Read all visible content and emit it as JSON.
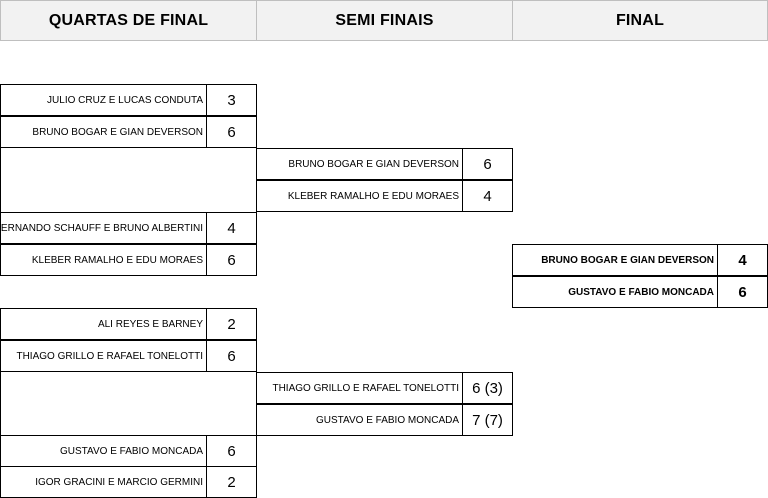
{
  "headers": {
    "quarterfinals": "QUARTAS DE FINAL",
    "semifinals": "SEMI FINAIS",
    "final": "FINAL"
  },
  "quarterfinals": [
    {
      "teams": [
        {
          "name": "JULIO CRUZ E LUCAS CONDUTA",
          "score": "3"
        },
        {
          "name": "BRUNO BOGAR E GIAN DEVERSON",
          "score": "6"
        }
      ]
    },
    {
      "teams": [
        {
          "name": "FERNANDO SCHAUFF E BRUNO ALBERTINI",
          "score": "4"
        },
        {
          "name": "KLEBER RAMALHO E EDU MORAES",
          "score": "6"
        }
      ]
    },
    {
      "teams": [
        {
          "name": "ALI REYES E BARNEY",
          "score": "2"
        },
        {
          "name": "THIAGO GRILLO E RAFAEL TONELOTTI",
          "score": "6"
        }
      ]
    },
    {
      "teams": [
        {
          "name": "GUSTAVO E FABIO MONCADA",
          "score": "6"
        },
        {
          "name": "IGOR GRACINI E MARCIO GERMINI",
          "score": "2"
        }
      ]
    }
  ],
  "semifinals": [
    {
      "teams": [
        {
          "name": "BRUNO BOGAR E GIAN DEVERSON",
          "score": "6"
        },
        {
          "name": "KLEBER RAMALHO E EDU MORAES",
          "score": "4"
        }
      ]
    },
    {
      "teams": [
        {
          "name": "THIAGO GRILLO E RAFAEL TONELOTTI",
          "score": "6 (3)"
        },
        {
          "name": "GUSTAVO E FABIO MONCADA",
          "score": "7 (7)"
        }
      ]
    }
  ],
  "final": {
    "teams": [
      {
        "name": "BRUNO BOGAR E GIAN DEVERSON",
        "score": "4"
      },
      {
        "name": "GUSTAVO E FABIO MONCADA",
        "score": "6"
      }
    ]
  }
}
